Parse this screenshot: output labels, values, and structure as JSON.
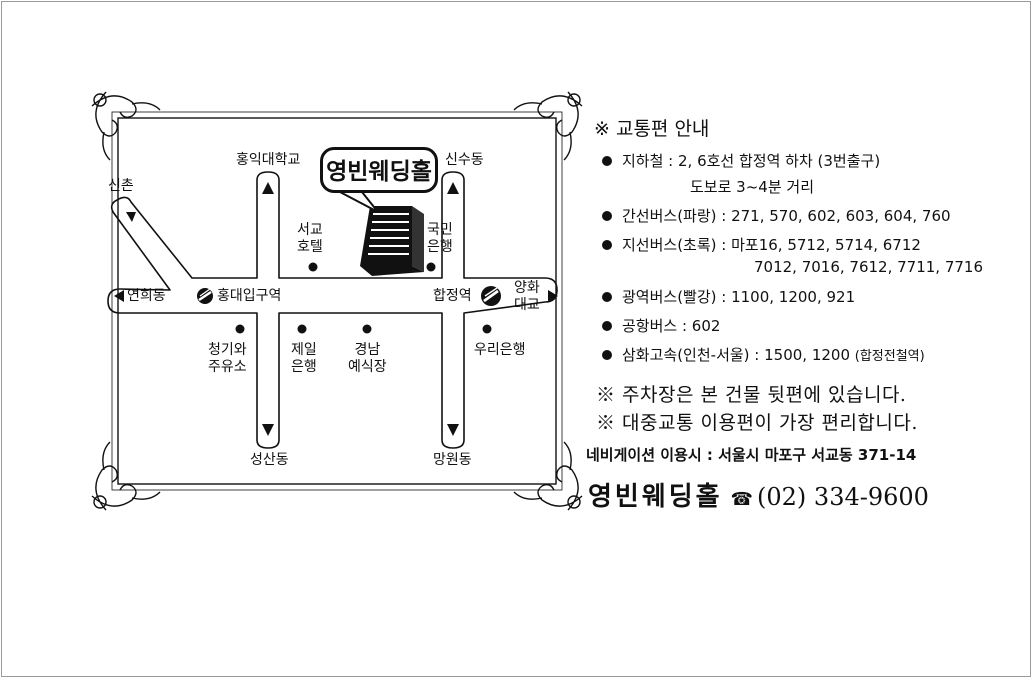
{
  "map": {
    "hall_name": "영빈웨딩홀",
    "labels": {
      "hongik_univ": "홍익대학교",
      "sinsu": "신수동",
      "sinchon": "신촌",
      "seogyo_hotel": "서교\n호텔",
      "kookmin_bank": "국민\n은행",
      "yeonhui": "연희동",
      "hongdae_station": "홍대입구역",
      "hapjeong_station": "합정역",
      "yanghwa_bridge": "양화\n대교",
      "cheonggi_ju": "청기와\n주유소",
      "jeil_bank": "제일\n은행",
      "gyeongnam_hall": "경남\n예식장",
      "woori_bank": "우리은행",
      "seongsan": "성산동",
      "mangwon": "망원동"
    }
  },
  "info": {
    "title": "※ 교통편 안내",
    "subway_line1": "지하철 : 2, 6호선 합정역 하차 (3번출구)",
    "subway_line2": "도보로 3~4분 거리",
    "trunk_bus": "간선버스(파랑) : 271, 570, 602, 603, 604, 760",
    "branch_bus_line1": "지선버스(초록) : 마포16, 5712, 5714, 6712",
    "branch_bus_line2": "7012, 7016, 7612, 7711, 7716",
    "metro_bus": "광역버스(빨강) : 1100, 1200, 921",
    "airport_bus": "공항버스 : 602",
    "express_bus_main": "삼화고속(인천-서울) : 1500, 1200 ",
    "express_bus_note": "(합정전철역)",
    "note_parking": "※ 주차장은 본 건물 뒷편에 있습니다.",
    "note_transit": "※ 대중교통 이용편이 가장 편리합니다.",
    "navigation": "네비게이션 이용시 : 서울시 마포구 서교동 371-14",
    "brand": "영빈웨딩홀",
    "phone": "(02) 334-9600"
  },
  "icons": [
    "subway-icon",
    "telephone-icon",
    "building-icon"
  ]
}
